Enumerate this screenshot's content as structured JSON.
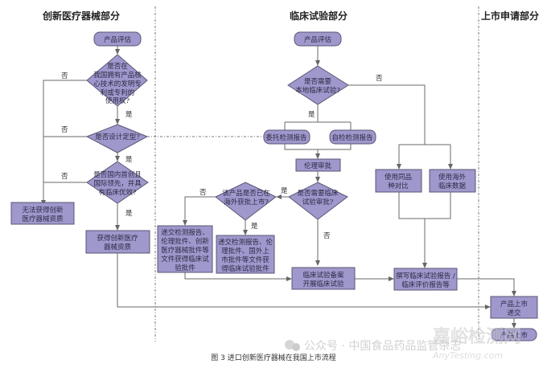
{
  "sections": {
    "innovation": "创新医疗器械部分",
    "clinical": "临床试验部分",
    "market": "上市申请部分"
  },
  "nodes": {
    "a_eval": "产品评估",
    "a_patent": [
      "是否在",
      "我国拥有产品核",
      "心技术的发明专",
      "利或专利的",
      "使用权?"
    ],
    "a_design": "是否设计定型?",
    "a_lead": [
      "是否国内首创且",
      "国际领先，并具",
      "有临床优效?"
    ],
    "a_fail": [
      "无法获得创新",
      "医疗器械资质"
    ],
    "a_get": [
      "获得创新医疗",
      "器械资质"
    ],
    "b_eval": "产品评估",
    "b_local": [
      "是否需要",
      "本地临床试验?"
    ],
    "b_entrust": "委托检测报告",
    "b_self": "自检检测报告",
    "b_ethics": "伦理审批",
    "b_approval": [
      "是否需要临床",
      "试验审批?"
    ],
    "b_overseas": [
      "该产品是否已在",
      "海外获批上市?"
    ],
    "b_submit1": [
      "递交检测报告、",
      "伦理批件、创新",
      "医疗器械批件等",
      "文件获得临床试",
      "验批件"
    ],
    "b_submit2": [
      "递交检测报告、伦",
      "理批件、国外上",
      "市批件等文件获",
      "得临床试验批件"
    ],
    "b_trial": [
      "临床试验备案",
      "开展临床试验"
    ],
    "b_same": [
      "使用同品",
      "种对比"
    ],
    "b_foreign": [
      "使用海外",
      "临床数据"
    ],
    "b_report": [
      "撰写临床试验报告 /",
      "临床评价报告等"
    ],
    "c_submit": [
      "产品上市",
      "递交"
    ],
    "c_market": "产品上市"
  },
  "labels": {
    "yes": "是",
    "no": "否"
  },
  "caption": "图 3    进口创新医疗器械在我国上市流程",
  "watermark": {
    "wechat": "公众号 · 中国食品药品监管杂志",
    "site_cn": "嘉峪检测网",
    "site_en": "AnyTesting.com"
  },
  "colors": {
    "node_fill": "#9e98cc",
    "node_stroke": "#5b5675",
    "line": "#6a6a6a"
  }
}
